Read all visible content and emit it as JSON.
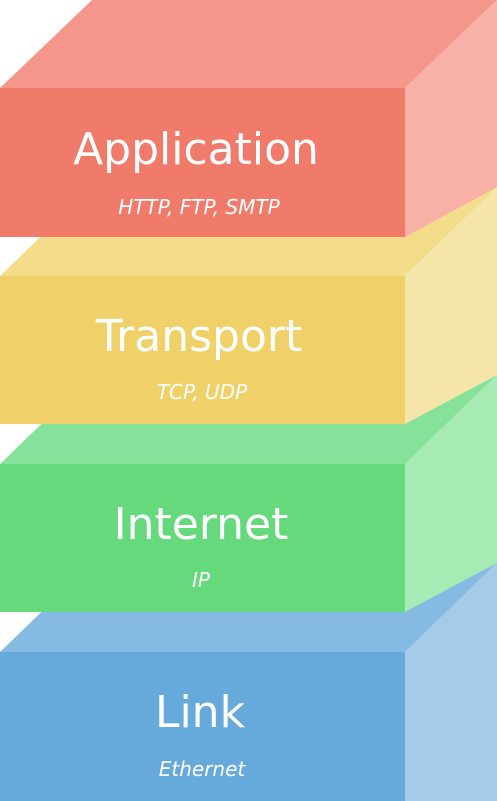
{
  "layers": [
    {
      "name": "Application",
      "protocols": "HTTP, FTP, SMTP",
      "colors": {
        "front": "#f07b6b",
        "top": "#f4968a",
        "side": "#f8b1a7"
      }
    },
    {
      "name": "Transport",
      "protocols": "TCP, UDP",
      "colors": {
        "front": "#f0d068",
        "top": "#f3dc8a",
        "side": "#f6e5a8"
      }
    },
    {
      "name": "Internet",
      "protocols": "IP",
      "colors": {
        "front": "#66d97d",
        "top": "#86e29a",
        "side": "#a6eab4"
      }
    },
    {
      "name": "Link",
      "protocols": "Ethernet",
      "colors": {
        "front": "#66a9db",
        "top": "#85bbe3",
        "side": "#a5cbe9"
      }
    }
  ]
}
